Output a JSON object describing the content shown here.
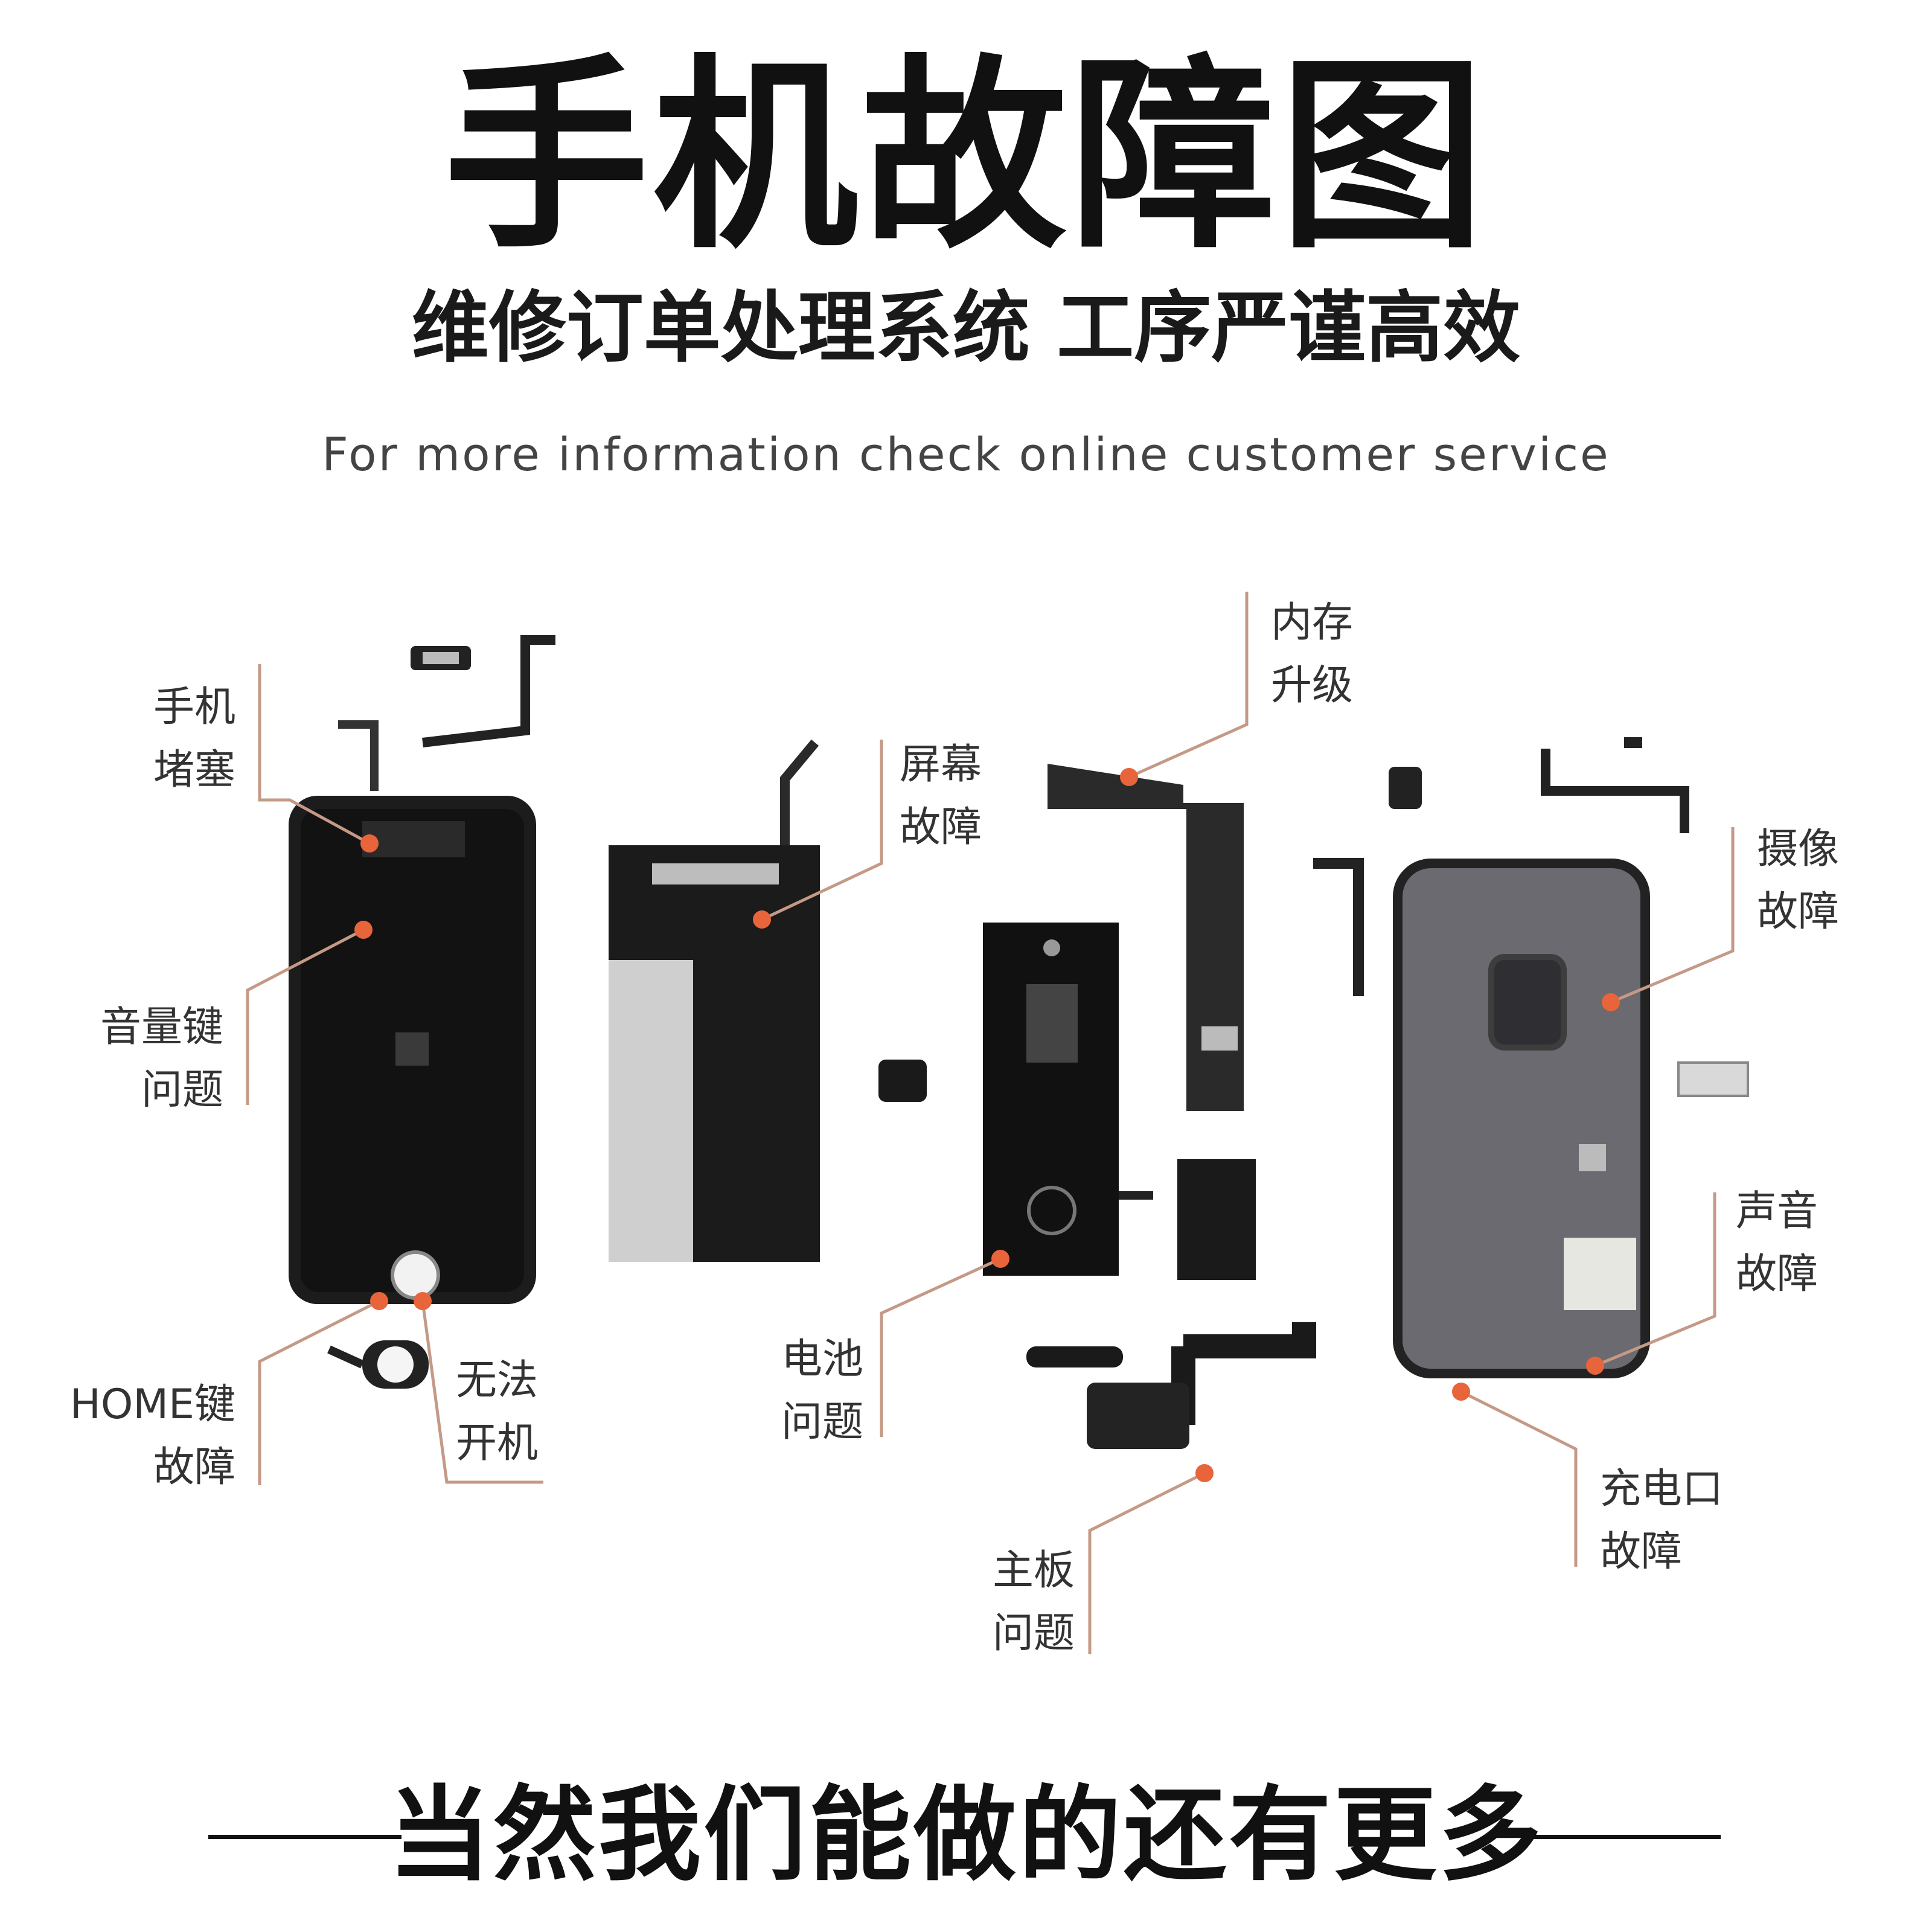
{
  "header": {
    "title": "手机故障图",
    "subtitle": "维修订单处理系统  工序严谨高效",
    "tagline": "For more information check online customer service"
  },
  "labels": {
    "phone_blocked": [
      "手机",
      "堵塞"
    ],
    "volume_key": [
      "音量键",
      "问题"
    ],
    "home_key": [
      "HOME键",
      "故障"
    ],
    "cannot_boot": [
      "无法",
      "开机"
    ],
    "screen": [
      "屏幕",
      "故障"
    ],
    "battery": [
      "电池",
      "问题"
    ],
    "memory": [
      "内存",
      "升级"
    ],
    "motherboard": [
      "主板",
      "问题"
    ],
    "camera": [
      "摄像",
      "故障"
    ],
    "sound": [
      "声音",
      "故障"
    ],
    "charging_port": [
      "充电口",
      "故障"
    ]
  },
  "footer": {
    "text": "当然我们能做的还有更多"
  },
  "colors": {
    "accent": "#e8643a",
    "leader": "#c49a86",
    "panel": "#1c1c1c",
    "back": "#6a6a70"
  }
}
